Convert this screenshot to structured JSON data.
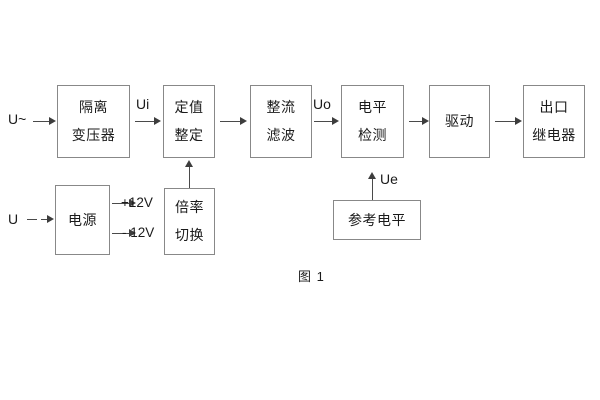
{
  "figure": {
    "caption": "图 1",
    "blocks": [
      {
        "id": "isolation-transformer",
        "lines": [
          "隔离",
          "变压器"
        ]
      },
      {
        "id": "setting-value",
        "lines": [
          "定值",
          "整定"
        ]
      },
      {
        "id": "rectify-filter",
        "lines": [
          "整流",
          "滤波"
        ]
      },
      {
        "id": "level-detection",
        "lines": [
          "电平",
          "检测"
        ]
      },
      {
        "id": "drive",
        "lines": [
          "驱动"
        ]
      },
      {
        "id": "output-relay",
        "lines": [
          "出口",
          "继电器"
        ]
      },
      {
        "id": "power-supply",
        "lines": [
          "电源"
        ]
      },
      {
        "id": "multiplier-switch",
        "lines": [
          "倍率",
          "切换"
        ]
      },
      {
        "id": "reference-level",
        "lines": [
          "参考电平"
        ]
      }
    ],
    "labels": {
      "input_ac": "U~",
      "signal_ui": "Ui",
      "signal_uo": "Uo",
      "signal_ue": "Ue",
      "input_dc": "U",
      "rail_positive": "+12V",
      "rail_negative": "- 12V"
    },
    "colors": {
      "block_border": "#888888",
      "connector": "#4a4a4a",
      "text": "#1b1b1b",
      "background": "#ffffff"
    }
  }
}
